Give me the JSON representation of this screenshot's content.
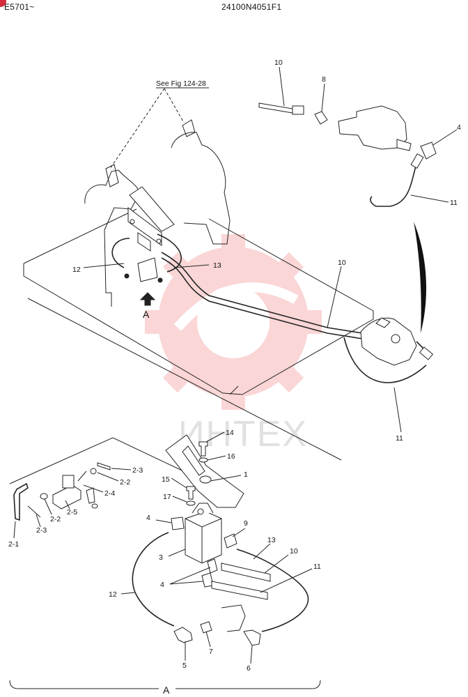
{
  "header": {
    "left_code": "E5701~",
    "right_code": "24100N4051F1"
  },
  "ref_note": "See Fig 124-28",
  "view_marker": "A",
  "bottom_view_label": "A",
  "watermark": {
    "text": "ИНТЕХ",
    "gear_color": "#f6b6b6",
    "text_color": "#e1e1e1"
  },
  "upper_labels": {
    "p10_top": "10",
    "p8": "8",
    "p4": "4",
    "p11_top": "11",
    "p12": "12",
    "p13": "13",
    "p10_mid": "10",
    "p11_mid": "11"
  },
  "lower_labels": {
    "p14": "14",
    "p16": "16",
    "p1": "1",
    "p15": "15",
    "p17": "17",
    "p2_3_top": "2-3",
    "p2_2_top": "2-2",
    "p2_4": "2-4",
    "p2_5": "2-5",
    "p2_2_bot": "2-2",
    "p2_3_bot": "2-3",
    "p2_1": "2-1",
    "p4_a": "4",
    "p9": "9",
    "p13": "13",
    "p10": "10",
    "p11": "11",
    "p3": "3",
    "p4_b": "4",
    "p12": "12",
    "p5": "5",
    "p7": "7",
    "p6": "6"
  }
}
